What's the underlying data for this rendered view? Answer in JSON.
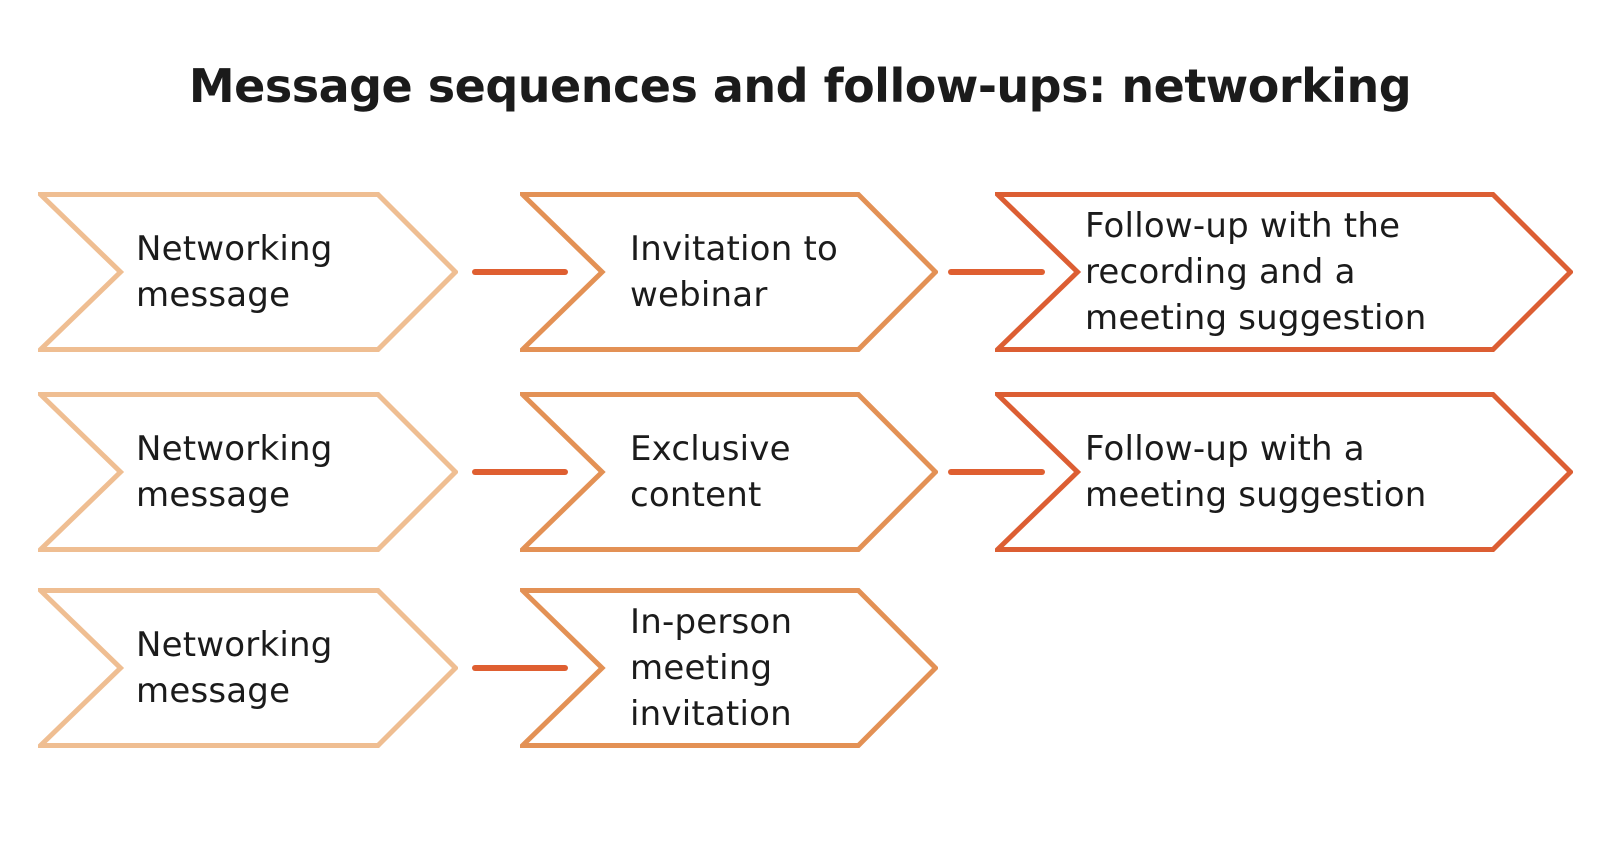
{
  "title": "Message sequences and follow-ups: networking",
  "palette": {
    "background": "#ffffff",
    "text": "#1b1b1b",
    "stage1_outline": "#efbe92",
    "stage2_outline": "#e39155",
    "stage3_outline": "#dc5e33",
    "connector": "#df5f31"
  },
  "rows": [
    {
      "steps": [
        {
          "stage": 1,
          "label": "Networking\nmessage"
        },
        {
          "stage": 2,
          "label": "Invitation to\nwebinar"
        },
        {
          "stage": 3,
          "label": "Follow-up with the\nrecording and a\nmeeting suggestion"
        }
      ]
    },
    {
      "steps": [
        {
          "stage": 1,
          "label": "Networking\nmessage"
        },
        {
          "stage": 2,
          "label": "Exclusive\ncontent"
        },
        {
          "stage": 3,
          "label": "Follow-up with a\nmeeting suggestion"
        }
      ]
    },
    {
      "steps": [
        {
          "stage": 1,
          "label": "Networking\nmessage"
        },
        {
          "stage": 2,
          "label": "In-person\nmeeting\ninvitation"
        }
      ]
    }
  ]
}
